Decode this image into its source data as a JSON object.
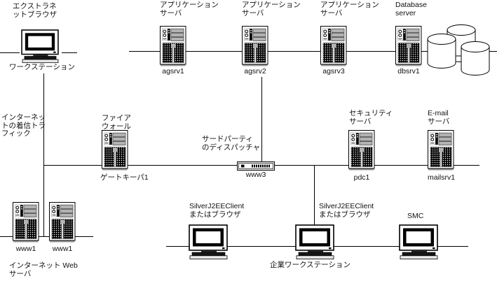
{
  "diagram_title": "",
  "colors": {
    "background": "#ffffff",
    "line": "#000000",
    "panel_gray": "#b3b3b3",
    "stripe_gray": "#d9d9d9",
    "shadow_gray": "#999999"
  },
  "icons": {
    "server": "tower-server-icon",
    "workstation": "desktop-computer-icon",
    "dispatcher": "network-dispatcher-icon",
    "database": "database-cylinders-icon"
  },
  "nodes": {
    "extranet_workstation": {
      "caption": "エクストラネ\nットブラウザ",
      "label": "ワークステーション"
    },
    "agsrv1": {
      "caption": "アプリケーション\nサーバ",
      "label": "agsrv1"
    },
    "agsrv2": {
      "caption": "アプリケーション\nサーバ",
      "label": "agsrv2"
    },
    "agsrv3": {
      "caption": "アプリケーション\nサーバ",
      "label": "agsrv3"
    },
    "dbsrv1": {
      "caption": "Database\nserver",
      "label": "dbsrv1"
    },
    "internet_traffic_note": {
      "caption": "インターネッ\nトの着信トラ\nフィック"
    },
    "firewall": {
      "caption": "ファイア\nウォール",
      "label": "ゲートキーパ1"
    },
    "dispatcher": {
      "caption": "サードパーティ\nのディスパッチャ",
      "label": "www3"
    },
    "security_server": {
      "caption": "セキュリティ\nサーバ",
      "label": "pdc1"
    },
    "email_server": {
      "caption": "E-mail\nサーバ",
      "label": "mailsrv1"
    },
    "web_server_1": {
      "label": "www1"
    },
    "web_server_2": {
      "label": "www1"
    },
    "web_servers_note": {
      "caption": "インターネット Web\nサーバ"
    },
    "silver_client_1": {
      "caption": "SilverJ2EEClient\nまたはブラウザ"
    },
    "corporate_workstation": {
      "caption": "SilverJ2EEClient\nまたはブラウザ",
      "label": "企業ワークステーション"
    },
    "smc_workstation": {
      "caption": "SMC"
    }
  }
}
